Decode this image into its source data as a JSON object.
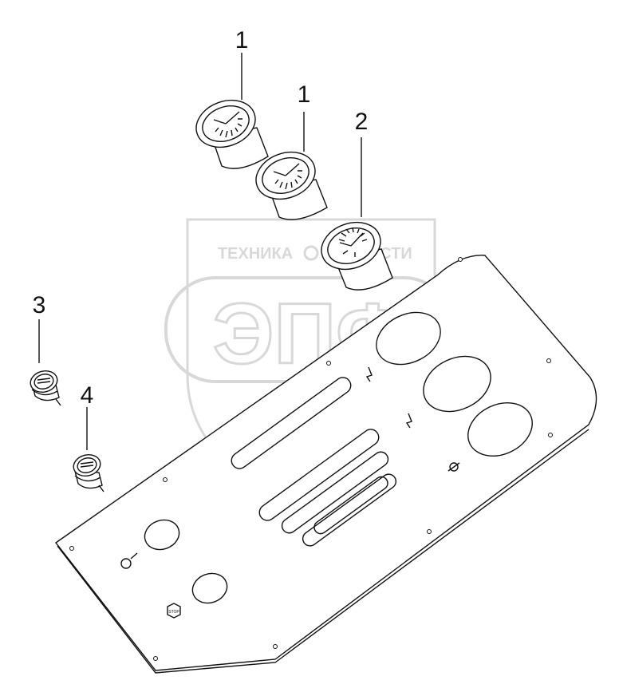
{
  "callouts": {
    "gauge_a": "1",
    "gauge_b": "1",
    "gauge_c": "2",
    "switch_a": "3",
    "switch_b": "4"
  },
  "watermark": {
    "top_text": "ТЕХНИКА",
    "top_text_2": "ЗАПЧАСТИ",
    "big_text": "ЭПФ",
    "color": "#9a9a9a"
  },
  "panel_label": {
    "stop_mark": "STOP"
  }
}
